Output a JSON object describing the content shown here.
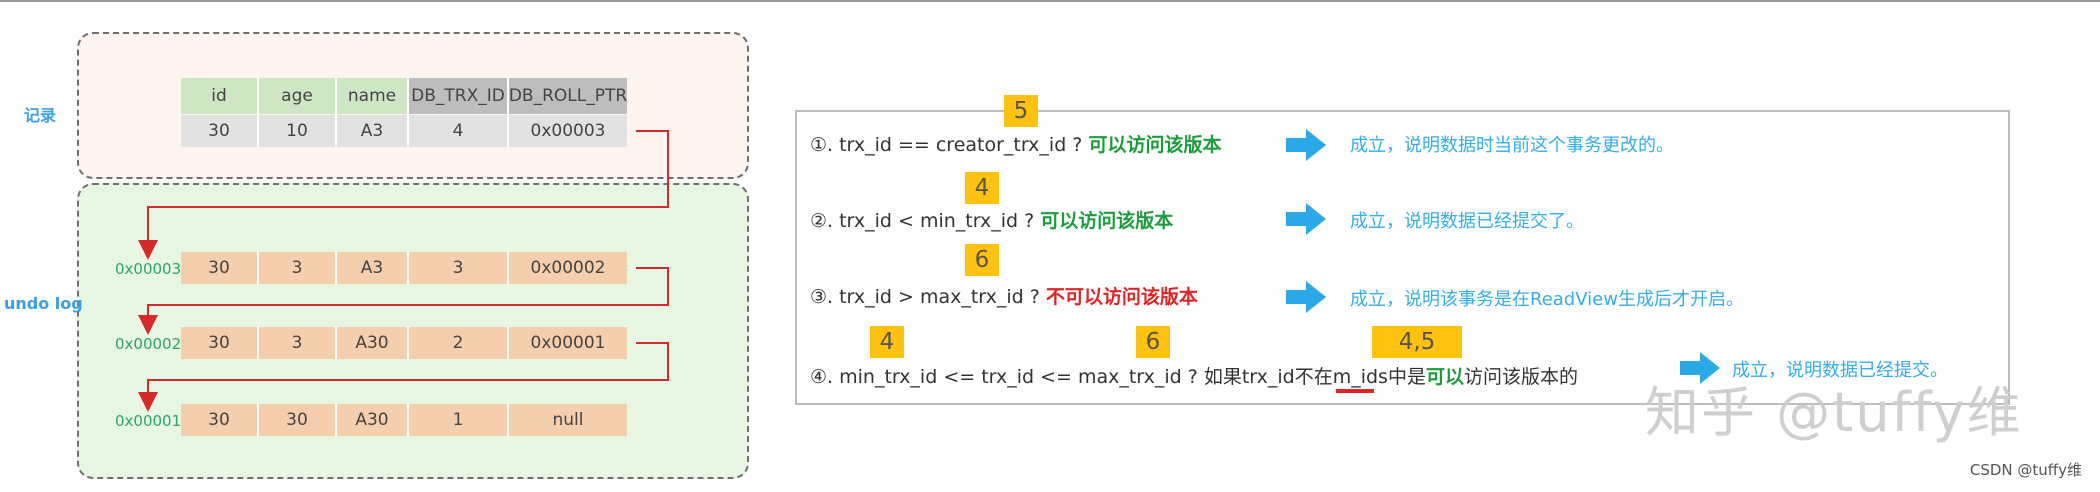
{
  "labels": {
    "record": "记录",
    "undo_log": "undo log"
  },
  "table": {
    "headers": [
      "id",
      "age",
      "name",
      "DB_TRX_ID",
      "DB_ROLL_PTR"
    ],
    "record_row": [
      "30",
      "10",
      "A3",
      "4",
      "0x00003"
    ],
    "undo_rows": [
      {
        "addr": "0x00003",
        "cells": [
          "30",
          "3",
          "A3",
          "3",
          "0x00002"
        ]
      },
      {
        "addr": "0x00002",
        "cells": [
          "30",
          "3",
          "A30",
          "2",
          "0x00001"
        ]
      },
      {
        "addr": "0x00001",
        "cells": [
          "30",
          "30",
          "A30",
          "1",
          "null"
        ]
      }
    ]
  },
  "rules": [
    {
      "prefix": "①. trx_id  == creator_trx_id ? ",
      "verdict": "可以访问该版本",
      "verdict_color": "green",
      "badge": "5",
      "result": "成立，说明数据时当前这个事务更改的。"
    },
    {
      "prefix": "②. trx_id < min_trx_id ? ",
      "verdict": "可以访问该版本",
      "verdict_color": "green",
      "badge": "4",
      "result": "成立，说明数据已经提交了。"
    },
    {
      "prefix": "③. trx_id > max_trx_id ? ",
      "verdict": "不可以访问该版本",
      "verdict_color": "red",
      "badge": "6",
      "result": "成立，说明该事务是在ReadView生成后才开启。"
    },
    {
      "prefix": "④. min_trx_id <= trx_id <= max_trx_id ? 如果trx_id",
      "mid_red": "不在",
      "mid_rest": "m_ids中是",
      "verdict": "可以",
      "tail": "访问该版本的",
      "badges": [
        "4",
        "6",
        "4,5"
      ],
      "result": "成立，说明数据已经提交。"
    }
  ],
  "colors": {
    "accent_blue": "#33aee6",
    "green": "#1a9e3a",
    "red": "#e02424",
    "badge": "#ffc20e",
    "undo_cell": "#f5cfad"
  },
  "watermark": "知乎 @tuffy维",
  "credit": "CSDN @tuffy维"
}
